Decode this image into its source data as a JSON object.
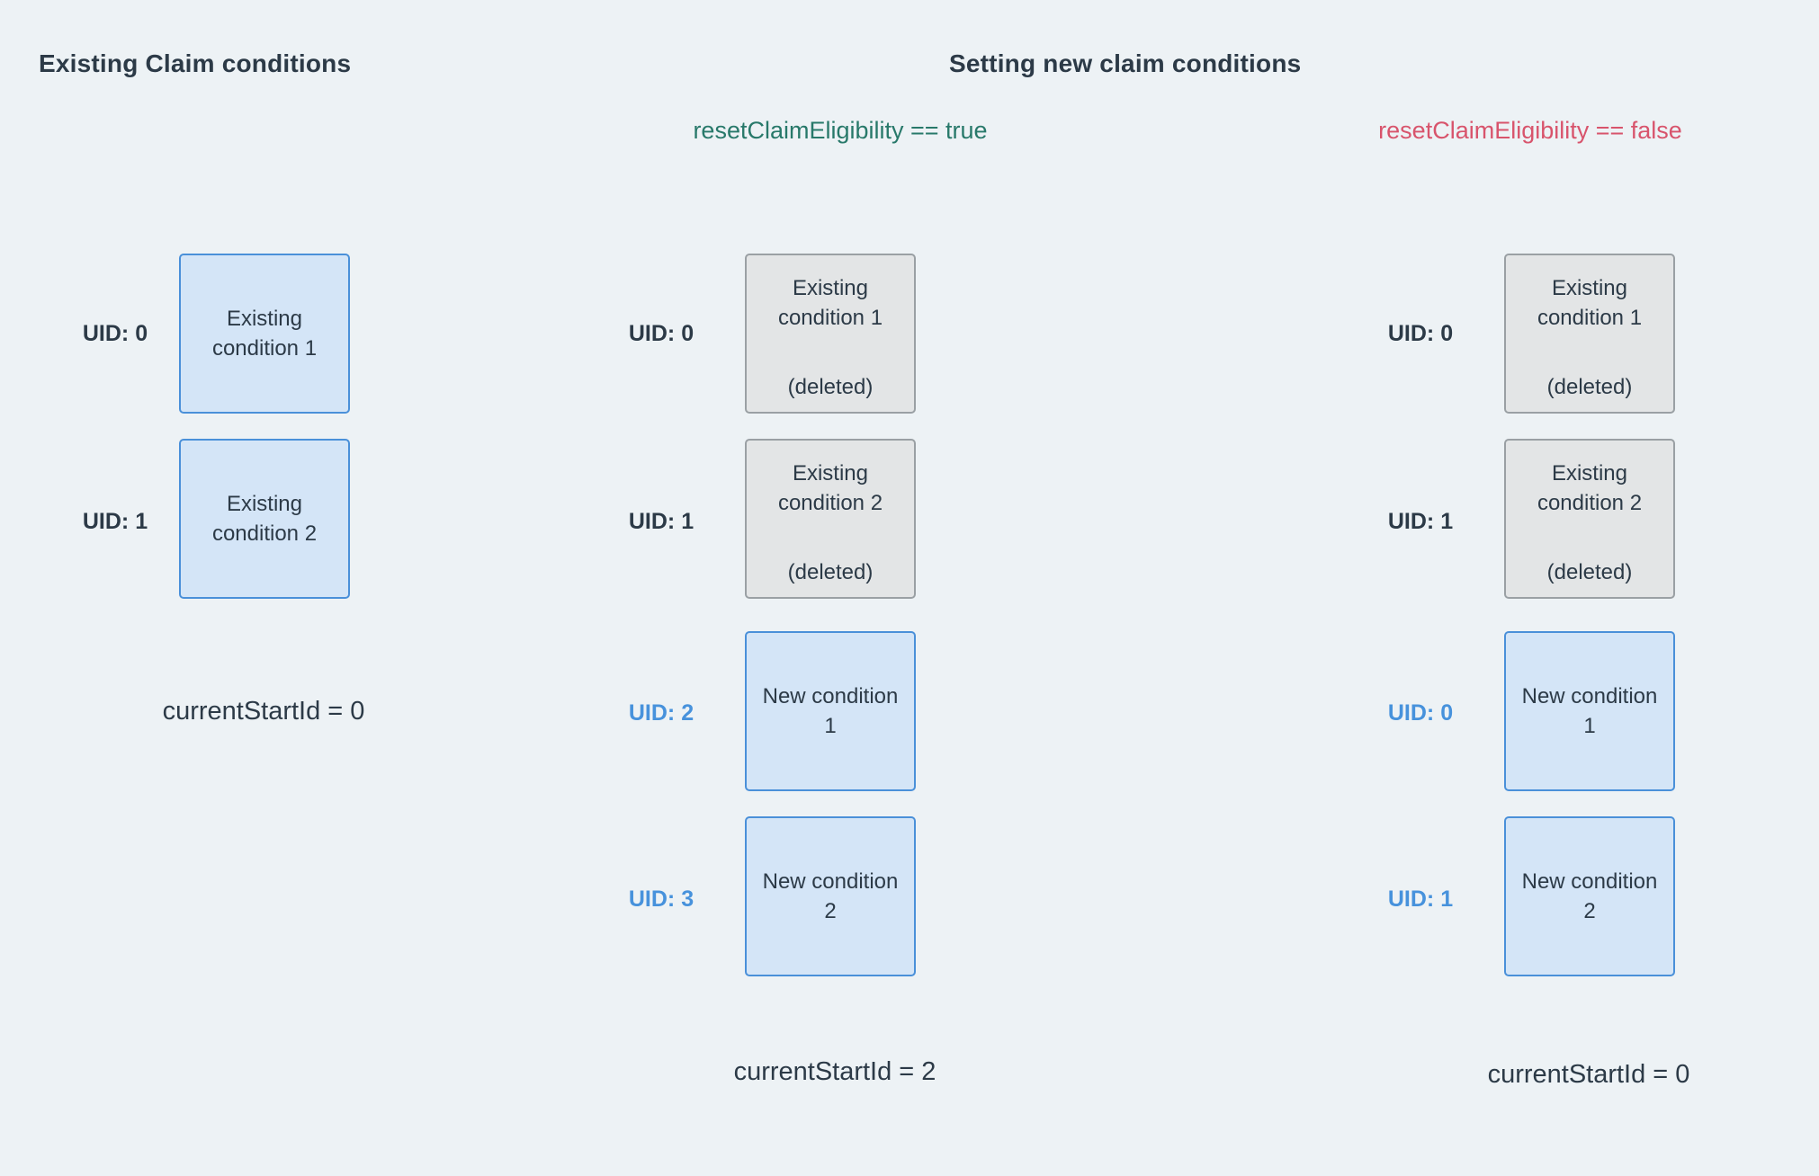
{
  "colors": {
    "background": "#edf2f5",
    "text_dark": "#2c3a47",
    "uid_blue": "#4792dc",
    "blue_box_fill": "#d4e5f7",
    "blue_box_border": "#4a90d9",
    "gray_box_fill": "#e3e5e6",
    "gray_box_border": "#9aa0a4",
    "true_green": "#28796a",
    "false_red": "#d8546c"
  },
  "left": {
    "title": "Existing Claim conditions",
    "rows": [
      {
        "uid": "UID: 0",
        "line1": "Existing",
        "line2": "condition 1"
      },
      {
        "uid": "UID: 1",
        "line1": "Existing",
        "line2": "condition 2"
      }
    ],
    "footer": "currentStartId = 0"
  },
  "middle": {
    "title": "Setting new claim conditions",
    "condition_label": "resetClaimEligibility == true",
    "rows": [
      {
        "uid": "UID: 0",
        "line1": "Existing",
        "line2": "condition 1",
        "note": "(deleted)"
      },
      {
        "uid": "UID: 1",
        "line1": "Existing",
        "line2": "condition 2",
        "note": "(deleted)"
      },
      {
        "uid": "UID: 2",
        "line1": "New condition",
        "line2": "1"
      },
      {
        "uid": "UID: 3",
        "line1": "New condition",
        "line2": "2"
      }
    ],
    "footer": "currentStartId = 2"
  },
  "right": {
    "condition_label": "resetClaimEligibility == false",
    "rows": [
      {
        "uid": "UID: 0",
        "line1": "Existing",
        "line2": "condition 1",
        "note": "(deleted)"
      },
      {
        "uid": "UID: 1",
        "line1": "Existing",
        "line2": "condition 2",
        "note": "(deleted)"
      },
      {
        "uid": "UID: 0",
        "line1": "New condition",
        "line2": "1"
      },
      {
        "uid": "UID: 1",
        "line1": "New condition",
        "line2": "2"
      }
    ],
    "footer": "currentStartId = 0"
  }
}
